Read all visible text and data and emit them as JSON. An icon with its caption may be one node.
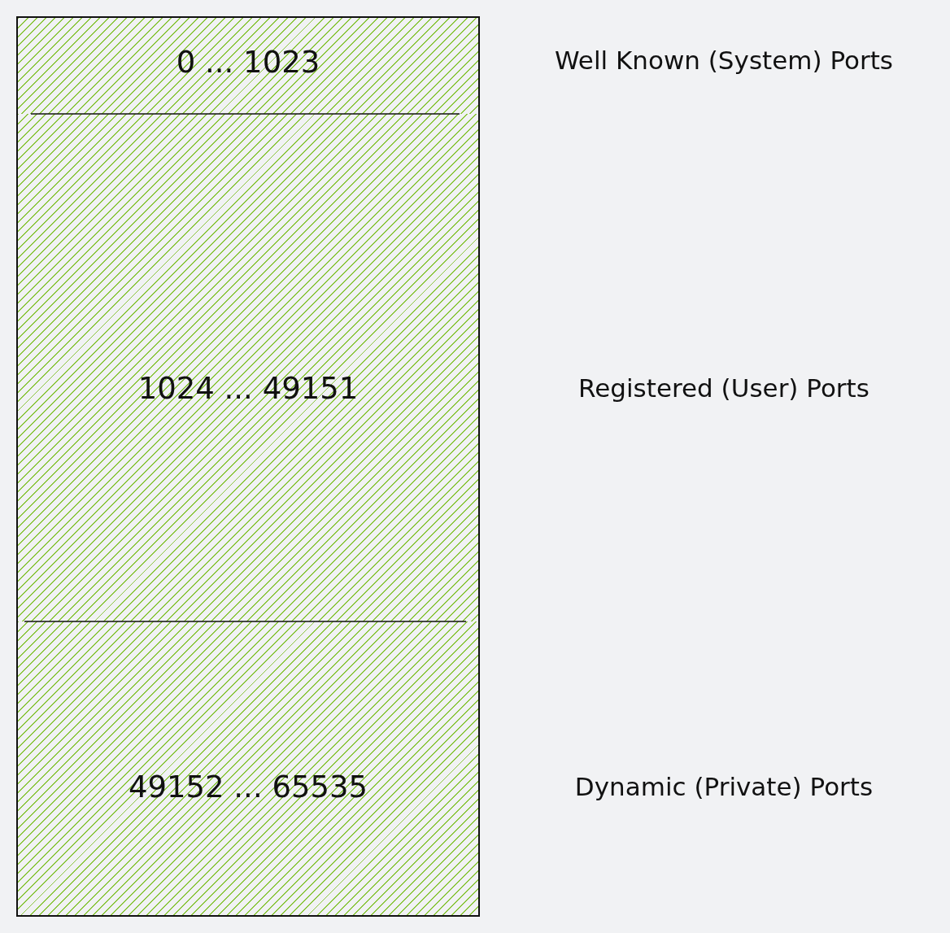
{
  "diagram": {
    "nodes": [
      {
        "text": [
          "0 ... 1023"
        ],
        "beside": [
          "Well Known (System) Ports"
        ]
      },
      {
        "text": [
          "1024 ... 49151"
        ],
        "beside": [
          "Registered (User) Ports"
        ]
      },
      {
        "text": [
          "49152 ... 65535"
        ],
        "beside": [
          "Dynamic (Private) Ports"
        ]
      }
    ]
  }
}
